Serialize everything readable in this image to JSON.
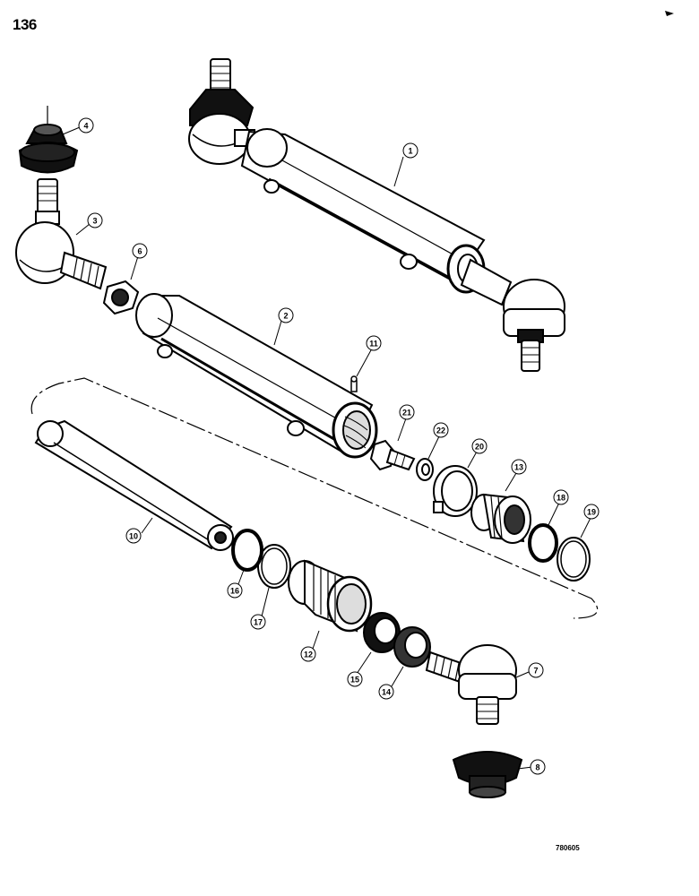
{
  "page_number": "136",
  "figure_code": "780605",
  "callouts": [
    {
      "id": "1",
      "label": "1"
    },
    {
      "id": "2",
      "label": "2"
    },
    {
      "id": "3",
      "label": "3"
    },
    {
      "id": "4",
      "label": "4"
    },
    {
      "id": "6",
      "label": "6"
    },
    {
      "id": "7",
      "label": "7"
    },
    {
      "id": "8",
      "label": "8"
    },
    {
      "id": "10",
      "label": "10"
    },
    {
      "id": "11",
      "label": "11"
    },
    {
      "id": "12",
      "label": "12"
    },
    {
      "id": "13",
      "label": "13"
    },
    {
      "id": "14",
      "label": "14"
    },
    {
      "id": "15",
      "label": "15"
    },
    {
      "id": "16",
      "label": "16"
    },
    {
      "id": "17",
      "label": "17"
    },
    {
      "id": "18",
      "label": "18"
    },
    {
      "id": "19",
      "label": "19"
    },
    {
      "id": "20",
      "label": "20"
    },
    {
      "id": "21",
      "label": "21"
    },
    {
      "id": "22",
      "label": "22"
    }
  ]
}
